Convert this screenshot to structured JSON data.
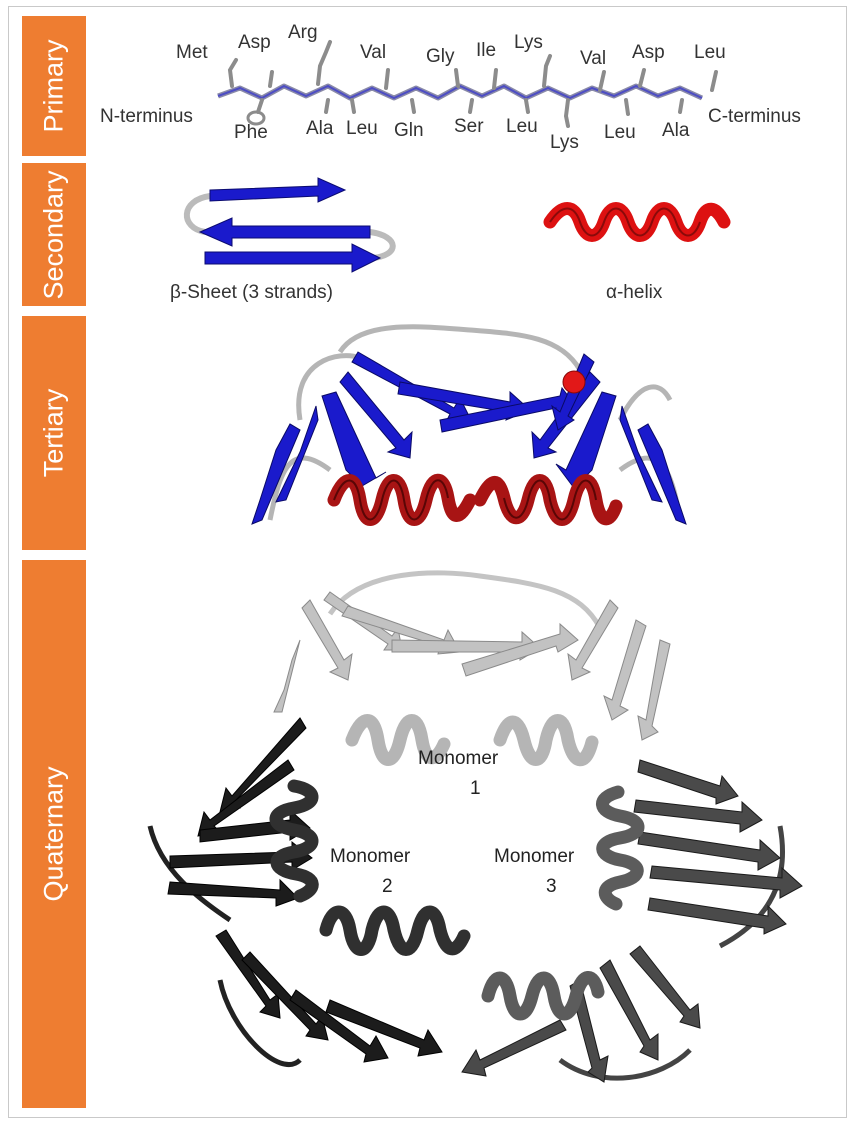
{
  "sections": {
    "primary": "Primary",
    "secondary": "Secondary",
    "tertiary": "Tertiary",
    "quaternary": "Quaternary"
  },
  "primary": {
    "n_terminus": "N-terminus",
    "c_terminus": "C-terminus",
    "top_residues": [
      "Met",
      "Asp",
      "Arg",
      "Val",
      "Gly",
      "Ile",
      "Lys",
      "Val",
      "Asp",
      "Leu"
    ],
    "bottom_residues": [
      "Phe",
      "Ala",
      "Leu",
      "Gln",
      "Ser",
      "Leu",
      "Lys",
      "Leu",
      "Ala"
    ]
  },
  "secondary": {
    "beta_sheet_label": "β-Sheet (3 strands)",
    "alpha_helix_label": "α-helix"
  },
  "quaternary": {
    "monomer1": [
      "Monomer",
      "1"
    ],
    "monomer2": [
      "Monomer",
      "2"
    ],
    "monomer3": [
      "Monomer",
      "3"
    ]
  },
  "colors": {
    "label_bar": "#ee7d31",
    "beta_strand": "#1a1acc",
    "alpha_helix": "#dd1111",
    "tertiary_helix": "#a81414",
    "monomer1": "#b8b8b8",
    "monomer2": "#1c1c1c",
    "monomer3": "#4a4a4a"
  }
}
